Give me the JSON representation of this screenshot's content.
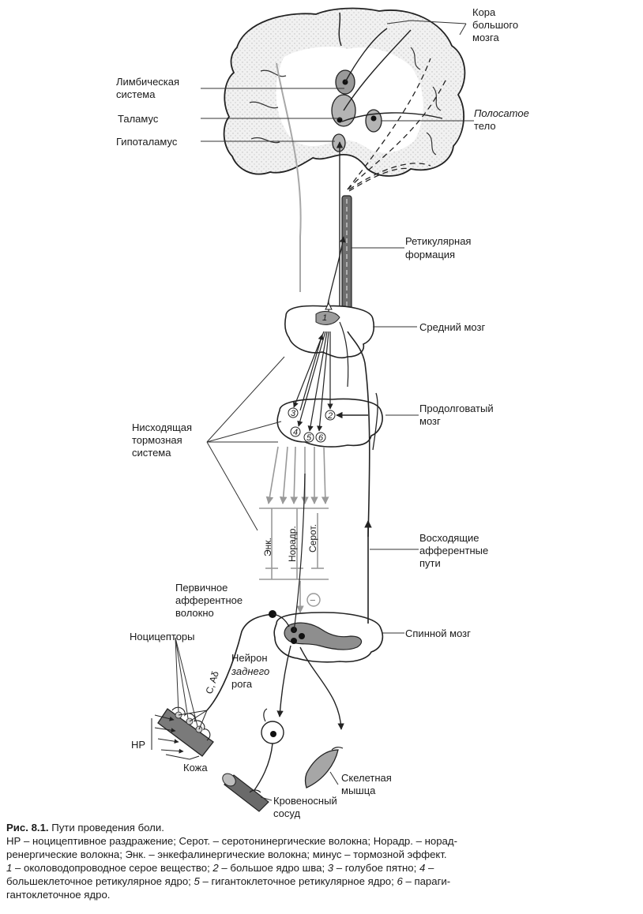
{
  "labels": {
    "cortex": [
      "Кора",
      "большого",
      "мозга"
    ],
    "limbic": [
      "Лимбическая",
      "система"
    ],
    "thalamus": "Таламус",
    "hypothalamus": "Гипоталамус",
    "striatum": [
      "Полосатое",
      "тело"
    ],
    "reticular": [
      "Ретикулярная",
      "формация"
    ],
    "midbrain": "Средний мозг",
    "medulla": [
      "Продолговатый",
      "мозг"
    ],
    "descending": [
      "Нисходящая",
      "тормозная",
      "система"
    ],
    "ascending": [
      "Восходящие",
      "афферентные",
      "пути"
    ],
    "primary_afferent": [
      "Первичное",
      "афферентное",
      "волокно"
    ],
    "nociceptors": "Ноцицепторы",
    "spinal": "Спинной мозг",
    "dorsal_neuron": [
      "Нейрон",
      "заднего",
      "рога"
    ],
    "fiber_types": "C, Aδ",
    "np": "НР",
    "skin": "Кожа",
    "muscle": [
      "Скелетная",
      "мышца"
    ],
    "vessel": [
      "Кровеносный",
      "сосуд"
    ],
    "fibers": [
      "Энк.",
      "Норадр.",
      "Серот."
    ],
    "minus": "−",
    "nuclei": [
      "1",
      "2",
      "3",
      "4",
      "5",
      "6"
    ]
  },
  "caption": {
    "label": "Рис. 8.1.",
    "title": "Пути проведения боли.",
    "line2": "НР – ноцицептивное раздражение; Серот. – серотонинергические волокна; Норадр. – норад-",
    "line3": "ренергические волокна; Энк. – энкефалинергические волокна; минус – тормозной эффект.",
    "legend": [
      {
        "n": "1",
        "t": " – околоводопроводное серое вещество; "
      },
      {
        "n": "2",
        "t": " – большое ядро шва; "
      },
      {
        "n": "3",
        "t": " – голубое пятно; "
      },
      {
        "n": "4",
        "t": " –"
      },
      {
        "n": "",
        "t": "большеклеточное ретикулярное ядро; "
      },
      {
        "n": "5",
        "t": " – гигантоклеточное ретикулярное ядро; "
      },
      {
        "n": "6",
        "t": " – параги-"
      },
      {
        "n": "",
        "t": "гантоклеточное ядро."
      }
    ]
  }
}
